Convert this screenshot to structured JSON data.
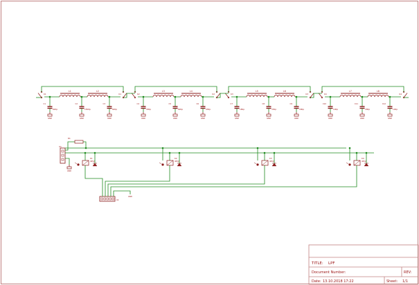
{
  "colors": {
    "frame": "#c08080",
    "wire": "#1e8a1e",
    "part": "#8b1a1a",
    "text": "#9a1010",
    "junction": "#1e8a1e"
  },
  "title_block": {
    "title_label": "TITLE:",
    "title_value": "LPF",
    "document_number_label": "Document Number:",
    "rev_label": "REV:",
    "date_label": "Date:",
    "date_value": "13.10.2018 17:22",
    "sheet_label": "Sheet:",
    "sheet_value": "1/1"
  },
  "filter_sections": [
    {
      "relay_in": "K1",
      "relay_out": "K1",
      "inductors": [
        "L1",
        "L2"
      ],
      "capacitors": [
        {
          "ref": "C1",
          "value": "820p"
        },
        {
          "ref": "C2",
          "value": "1500p"
        },
        {
          "ref": "C3",
          "value": "820p"
        }
      ]
    },
    {
      "relay_in": "K2",
      "relay_out": "K2",
      "inductors": [
        "L3",
        "L4"
      ],
      "capacitors": [
        {
          "ref": "C4",
          "value": "430p"
        },
        {
          "ref": "C5",
          "value": "820p"
        },
        {
          "ref": "C6",
          "value": "430p"
        }
      ]
    },
    {
      "relay_in": "K3",
      "relay_out": "K3",
      "inductors": [
        "L5",
        "L6"
      ],
      "capacitors": [
        {
          "ref": "C7",
          "value": "180p"
        },
        {
          "ref": "C8",
          "value": "330p"
        },
        {
          "ref": "C9",
          "value": "180p"
        }
      ]
    },
    {
      "relay_in": "K4",
      "relay_out": "K4",
      "inductors": [
        "L7",
        "L8"
      ],
      "capacitors": [
        {
          "ref": "C10",
          "value": "100p"
        },
        {
          "ref": "C11",
          "value": "180p"
        },
        {
          "ref": "C12",
          "value": "100p"
        }
      ]
    }
  ],
  "gnd_label": "GND",
  "connector": {
    "ref": "X1"
  },
  "driver_resistor": {
    "ref": "R1"
  },
  "relay_coils": [
    {
      "ref": "K1",
      "value": "4052"
    },
    {
      "ref": "K2",
      "value": "4052"
    },
    {
      "ref": "K3",
      "value": "4052"
    },
    {
      "ref": "K4",
      "value": "4052"
    }
  ],
  "control_connector": {
    "ref": "X2",
    "gnd_label": "GND"
  }
}
